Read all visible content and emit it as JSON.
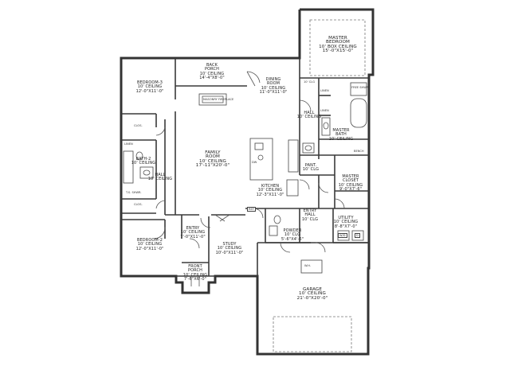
{
  "rooms": {
    "master_bedroom": {
      "name": "MASTER",
      "name2": "BEDROOM",
      "clg": "10' BOX CEILING",
      "dim": "15'-0\"x15'-0\""
    },
    "back_porch": {
      "name": "BACK",
      "name2": "PORCH",
      "clg": "10' CEILING",
      "dim": "14'-4\"x8'-0\""
    },
    "dining_room": {
      "name": "DINING",
      "name2": "ROOM",
      "clg": "10' CEILING",
      "dim": "11'-0\"x11'-0\""
    },
    "bedroom3": {
      "name": "BEDROOM-3",
      "clg": "10' CEILING",
      "dim": "12'-0\"x11'-0\""
    },
    "family_room": {
      "name": "FAMILY",
      "name2": "ROOM",
      "clg": "10' CEILING",
      "dim": "17'-11\"x20'-0\""
    },
    "kitchen": {
      "name": "KITCHEN",
      "clg": "10' CEILING",
      "dim": "12'-3\"x11'-0\""
    },
    "master_bath": {
      "name": "MASTER",
      "name2": "BATH",
      "clg": "10' CEILING"
    },
    "bath2": {
      "name": "BATH-2",
      "clg": "10' CEILING"
    },
    "hall_left": {
      "name": "HALL",
      "clg": "10' CEILING"
    },
    "hall_mid": {
      "name": "HALL",
      "clg": "10' CEILING"
    },
    "pantry": {
      "name": "PANT.",
      "clg": "10' CLG"
    },
    "master_closet": {
      "name": "MASTER",
      "name2": "CLOSET",
      "clg": "10' CEILING",
      "dim": "9'-0\"x7'-6\""
    },
    "entry_hall": {
      "name": "ENTRY",
      "name2": "HALL",
      "clg": "10' CLG"
    },
    "entry": {
      "name": "ENTRY",
      "clg": "10' CEILING",
      "dim": "7'-0\"x11'-0\""
    },
    "study": {
      "name": "STUDY",
      "clg": "10' CEILING",
      "dim": "10'-0\"x11'-0\""
    },
    "powder": {
      "name": "POWDER",
      "clg": "10' CLG",
      "dim": "5'-6\"x4'-6\""
    },
    "utility": {
      "name": "UTILITY",
      "clg": "10' CEILING",
      "dim": "8'-8\"x7'-0\""
    },
    "bedroom2": {
      "name": "BEDROOM-2",
      "clg": "10' CEILING",
      "dim": "12'-0\"x11'-0\""
    },
    "front_porch": {
      "name": "FRONT",
      "name2": "PORCH",
      "clg": "10' CEILING",
      "dim": "7'-6\"x6'-0\""
    },
    "garage": {
      "name": "GARAGE",
      "clg": "10' CEILING",
      "dim": "21'-0\"x20'-0\""
    }
  },
  "tags": {
    "closet_a": "CLOS.",
    "closet_b": "CLOS.",
    "linen_a": "LINEN",
    "linen_b": "LINEN",
    "linen_c": "LINEN",
    "ceiling_note": "10' CLG",
    "fireplace": "MASONRY FIREPLACE",
    "tub_shower": "T.S. SHWR.",
    "shower": "FREE SHWR.",
    "bench": "BENCH",
    "dw": "DW",
    "ref": "REF",
    "wd_dryer": "W/D",
    "dryer": "D",
    "wh": "W.H."
  }
}
